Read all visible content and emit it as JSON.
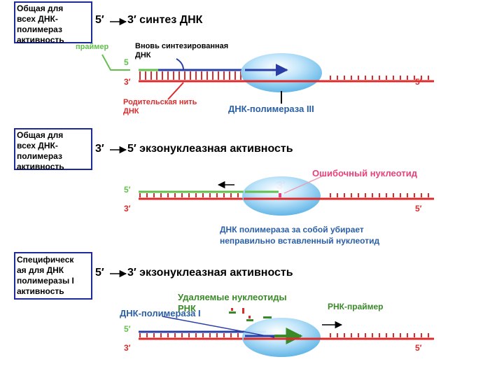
{
  "colors": {
    "box_border": "#1f2a9a",
    "parent_strand": "#dd2b2b",
    "new_strand": "#2a3fa6",
    "primer": "#63c04c",
    "enzyme": "#7cc4ee",
    "error_label": "#e8417a",
    "enzyme_label": "#2a5fa6",
    "rna_removed": "#3a8a2a"
  },
  "section1": {
    "box_text": "Общая для\nвсех ДНК-\nполимераз\nактивность",
    "title_left": "5′",
    "title_right": "3′ синтез ДНК",
    "primer_label": "праймер",
    "new_dna_label": "Вновь синтезированная\nДНК",
    "parent_label": "Родительская нить\nДНК",
    "enzyme_label": "ДНК-полимераза III",
    "strand_top_end": "5",
    "strand_bottom_left": "3′",
    "strand_bottom_right": "5′"
  },
  "section2": {
    "box_text": "Общая для\nвсех ДНК-\nполимераз\nактивность",
    "title_left": "3′",
    "title_right": "5′ экзонуклеазная активность",
    "error_label": "Ошибочный нуклеотид",
    "three_prime": "3′",
    "strand_top_left": "5′",
    "strand_bottom_left": "3′",
    "strand_bottom_right": "5′",
    "note": "ДНК полимераза за собой убирает\nнеправильно вставленный нуклеотид"
  },
  "section3": {
    "box_text": "Специфическ\nая для ДНК\nполимеразы I\nактивность",
    "title_left": "5′",
    "title_right": "3′ экзонуклеазная активность",
    "removed_label": "Удаляемые нуклеотиды\nРНК",
    "enzyme_label": "ДНК-полимераза I",
    "rna_primer_label": "РНК-праймер",
    "strand_top_left": "5′",
    "strand_bottom_left": "3′",
    "strand_bottom_right": "5′"
  }
}
